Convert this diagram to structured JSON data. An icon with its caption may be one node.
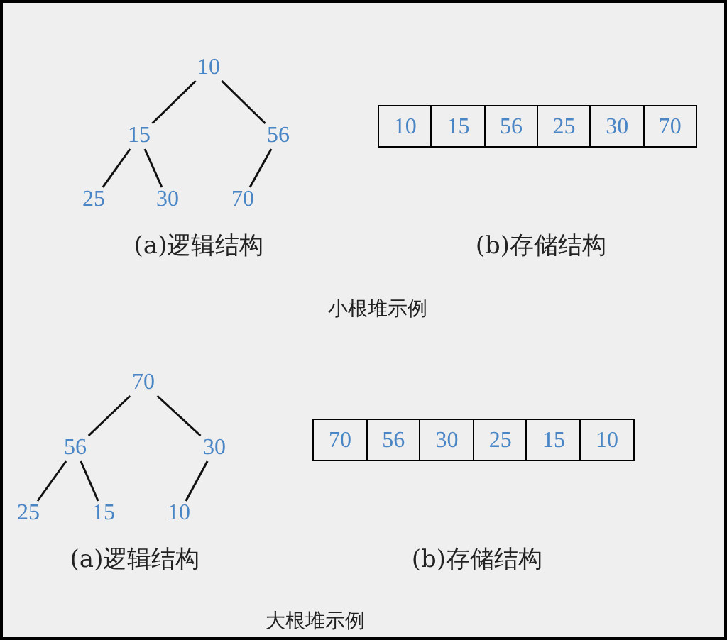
{
  "diagram": {
    "nodes": [
      {
        "text": [
          "10"
        ]
      },
      {
        "text": [
          "15"
        ]
      },
      {
        "text": [
          "56"
        ]
      },
      {
        "text": [
          "25"
        ]
      },
      {
        "text": [
          "30"
        ]
      },
      {
        "text": [
          "70"
        ]
      },
      {
        "text": [
          "10"
        ]
      },
      {
        "text": [
          "15"
        ]
      },
      {
        "text": [
          "56"
        ]
      },
      {
        "text": [
          "25"
        ]
      },
      {
        "text": [
          "30"
        ]
      },
      {
        "text": [
          "70"
        ]
      },
      {
        "text": [
          "70"
        ]
      },
      {
        "text": [
          "56"
        ]
      },
      {
        "text": [
          "30"
        ]
      },
      {
        "text": [
          "25"
        ]
      },
      {
        "text": [
          "15"
        ]
      },
      {
        "text": [
          "10"
        ]
      },
      {
        "text": [
          "70"
        ]
      },
      {
        "text": [
          "56"
        ]
      },
      {
        "text": [
          "30"
        ]
      },
      {
        "text": [
          "25"
        ]
      },
      {
        "text": [
          "15"
        ]
      },
      {
        "text": [
          "10"
        ]
      }
    ],
    "edges": [
      {
        "from": 0,
        "to": 1,
        "arrow": "none"
      },
      {
        "from": 0,
        "to": 2,
        "arrow": "none"
      },
      {
        "from": 1,
        "to": 3,
        "arrow": "none"
      },
      {
        "from": 1,
        "to": 4,
        "arrow": "none"
      },
      {
        "from": 2,
        "to": 5,
        "arrow": "none"
      },
      {
        "from": 12,
        "to": 13,
        "arrow": "none"
      },
      {
        "from": 12,
        "to": 14,
        "arrow": "none"
      },
      {
        "from": 13,
        "to": 15,
        "arrow": "none"
      },
      {
        "from": 13,
        "to": 16,
        "arrow": "none"
      },
      {
        "from": 14,
        "to": 17,
        "arrow": "none"
      }
    ],
    "labels": [
      "(a)逻辑结构",
      "(b)存储结构",
      "小根堆示例",
      "(a)逻辑结构",
      "(b)存储结构",
      "大根堆示例"
    ]
  }
}
